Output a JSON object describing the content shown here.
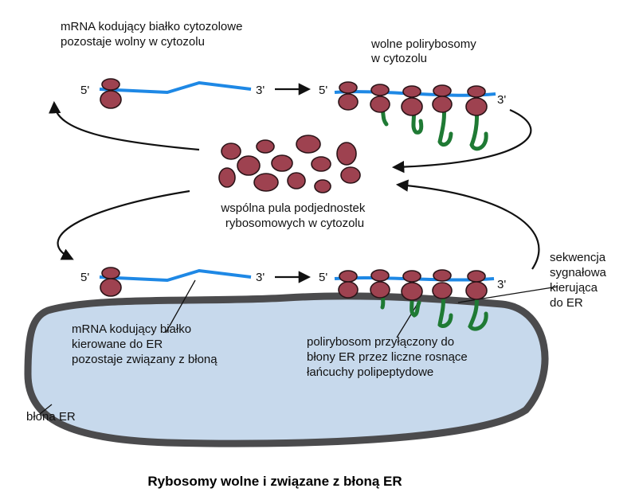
{
  "colors": {
    "mrna": "#1e88e5",
    "ribosome": "#9e4250",
    "ribosome_outline": "#2b1418",
    "chain": "#1f7a34",
    "membrane": "#4b4b4d",
    "lumen": "#c7d9ec",
    "arrow": "#111111"
  },
  "labels": {
    "cyto_mrna": [
      "mRNA kodujący białko cytozolowe",
      "pozostaje wolny w cytozolu"
    ],
    "free_polysomes": [
      "wolne polirybosomy",
      "w cytozolu"
    ],
    "pool": [
      "wspólna pula podjednostek",
      "rybosomowych w cytozolu"
    ],
    "signal_seq": [
      "sekwencja",
      "sygnałowa",
      "kierująca",
      "do ER"
    ],
    "er_mrna": [
      "mRNA kodujący białko",
      "kierowane do ER",
      "pozostaje związany z błoną"
    ],
    "er_polysome": [
      "polirybosom przyłączony do",
      "błony ER przez liczne rosnące",
      "łańcuchy polipeptydowe"
    ],
    "membrane": "błona ER"
  },
  "ends": {
    "five": "5'",
    "three": "3'"
  },
  "caption": "Rybosomy wolne i związane z błoną ER"
}
